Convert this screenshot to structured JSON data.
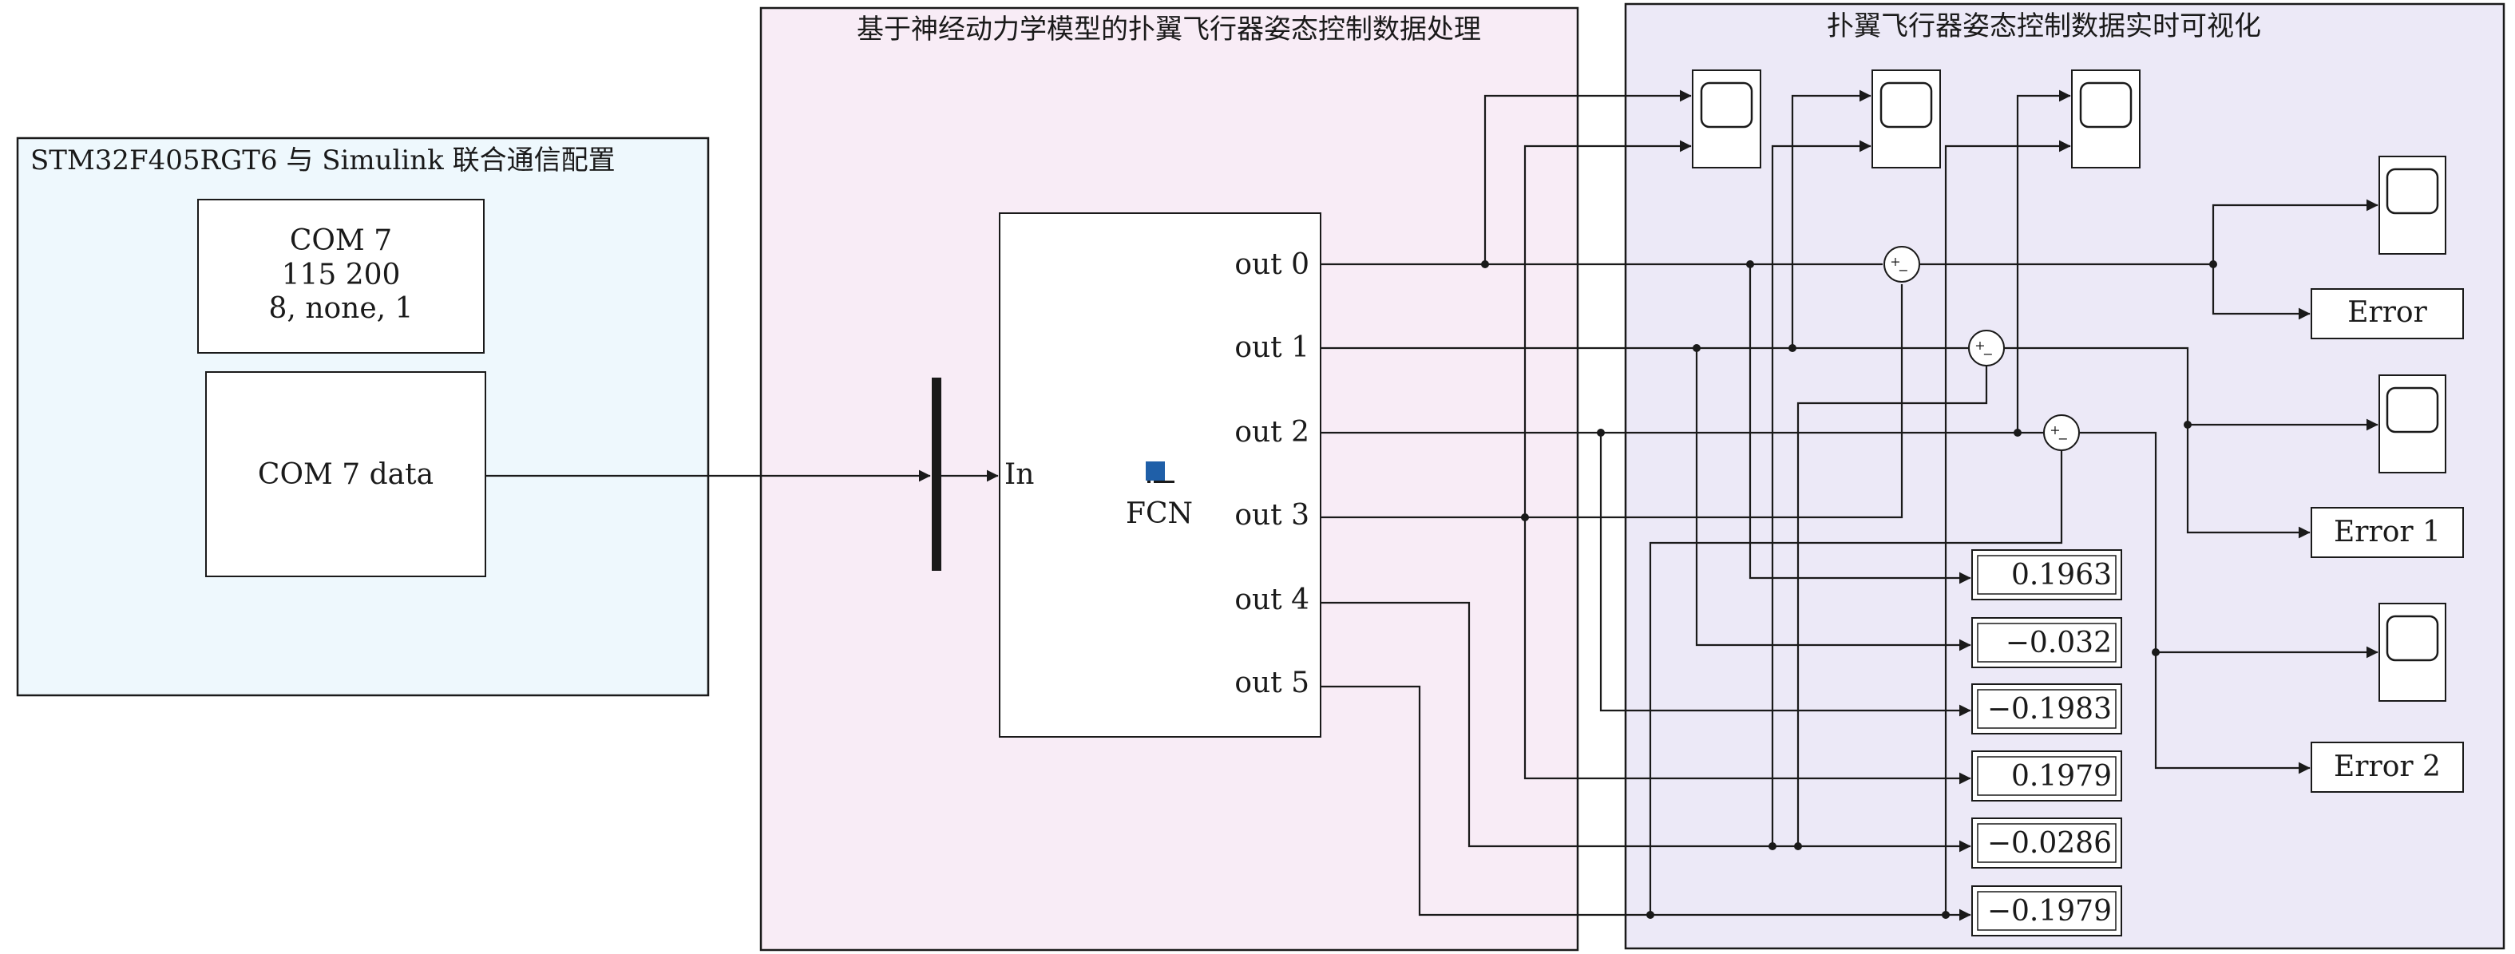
{
  "areas": {
    "comm": {
      "title": "STM32F405RGT6 与 Simulink 联合通信配置",
      "fill": "#eef8fd"
    },
    "process": {
      "title": "基于神经动力学模型的扑翼飞行器姿态控制数据处理",
      "fill": "#f8ecf6"
    },
    "viz": {
      "title": "扑翼飞行器姿态控制数据实时可视化",
      "fill": "#ece9f7"
    }
  },
  "serial_config": {
    "line1": "COM 7",
    "line2": "115 200",
    "line3": "8, none, 1"
  },
  "serial_receive": {
    "label": "COM 7 data"
  },
  "fcn": {
    "label": "FCN",
    "input": "In",
    "outputs": [
      "out 0",
      "out 1",
      "out 2",
      "out 3",
      "out 4",
      "out 5"
    ]
  },
  "sums": [
    {
      "signs": [
        "+",
        "−"
      ]
    },
    {
      "signs": [
        "+",
        "−"
      ]
    },
    {
      "signs": [
        "+",
        "−"
      ]
    }
  ],
  "error_blocks": [
    "Error",
    "Error 1",
    "Error 2"
  ],
  "displays": [
    "0.1963",
    "−0.032",
    "−0.1983",
    "0.1979",
    "−0.0286",
    "−0.1979"
  ],
  "scopes": {
    "count": 6,
    "icon": "scope-icon"
  },
  "colors": {
    "line": "#1a1a1a",
    "fcn_icon": "#1f5fa8",
    "mux": "#1a1a1a"
  }
}
